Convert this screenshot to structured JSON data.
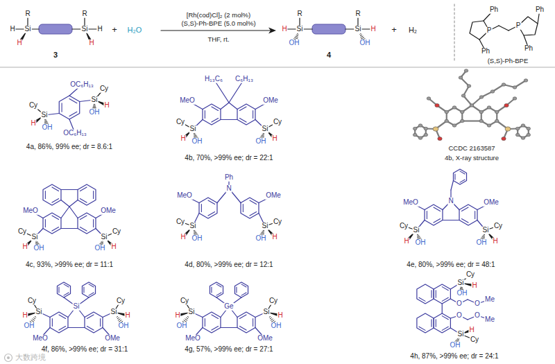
{
  "diagram": {
    "labels": [
      "R",
      "Si",
      "H",
      "H",
      "R",
      "Si",
      "H",
      "H",
      "3",
      "+",
      "H₂O",
      "[Rh(cod)Cl]₂ (2 mol%)",
      "(S,S)-Ph-BPE (5.0 mol%)",
      "THF, rt.",
      "R",
      "Si",
      "H",
      "OH",
      "R",
      "Si",
      "H",
      "OH",
      "4",
      "+",
      "H₂",
      "Ph",
      "Ph",
      "P",
      "P",
      "Ph",
      "Ph",
      "(S,S)-Ph-BPE",
      "OC₆H₁₃",
      "OC₆H₁₃",
      "Cy",
      "Si",
      "H",
      "OH",
      "Cy",
      "Si",
      "H",
      "OH",
      "4a, 86%, 99% ee; dr = 8.6:1",
      "H₁₃C₆",
      "C₆H₁₃",
      "MeO",
      "OMe",
      "Cy",
      "Si",
      "H",
      "OH",
      "Cy",
      "Si",
      "H",
      "OH",
      "4b, 70%, >99% ee; dr = 22:1",
      "CCDC 2163587",
      "4b, X-ray structure",
      "MeO",
      "OMe",
      "Cy",
      "Si",
      "H",
      "OH",
      "Cy",
      "Si",
      "H",
      "OH",
      "4c, 93%, >99% ee; dr = 11:1",
      "Ph",
      "N",
      "MeO",
      "OMe",
      "Cy",
      "Si",
      "H",
      "OH",
      "Cy",
      "Si",
      "H",
      "OH",
      "4d, 80%, >99% ee; dr = 12:1",
      "N",
      "MeO",
      "OMe",
      "Cy",
      "Si",
      "H",
      "OH",
      "Cy",
      "Si",
      "H",
      "OH",
      "4e, 80%, >99% ee; dr = 48:1",
      "Si",
      "MeO",
      "OMe",
      "Cy",
      "Si",
      "H",
      "OH",
      "Cy",
      "Si",
      "H",
      "OH",
      "4f, 86%, >99% ee; dr = 31:1",
      "Ge",
      "MeO",
      "OMe",
      "Cy",
      "Si",
      "H",
      "OH",
      "Cy",
      "Si",
      "H",
      "OH",
      "4g, 57%, >99% ee; dr = 27:1",
      "O",
      "O",
      "Me",
      "O",
      "O",
      "Me",
      "Cy",
      "Si",
      "H",
      "OH",
      "Cy",
      "Si",
      "H",
      "OH",
      "4h, 87%, >99% ee; dr = 24:1",
      "大数跨境"
    ]
  }
}
